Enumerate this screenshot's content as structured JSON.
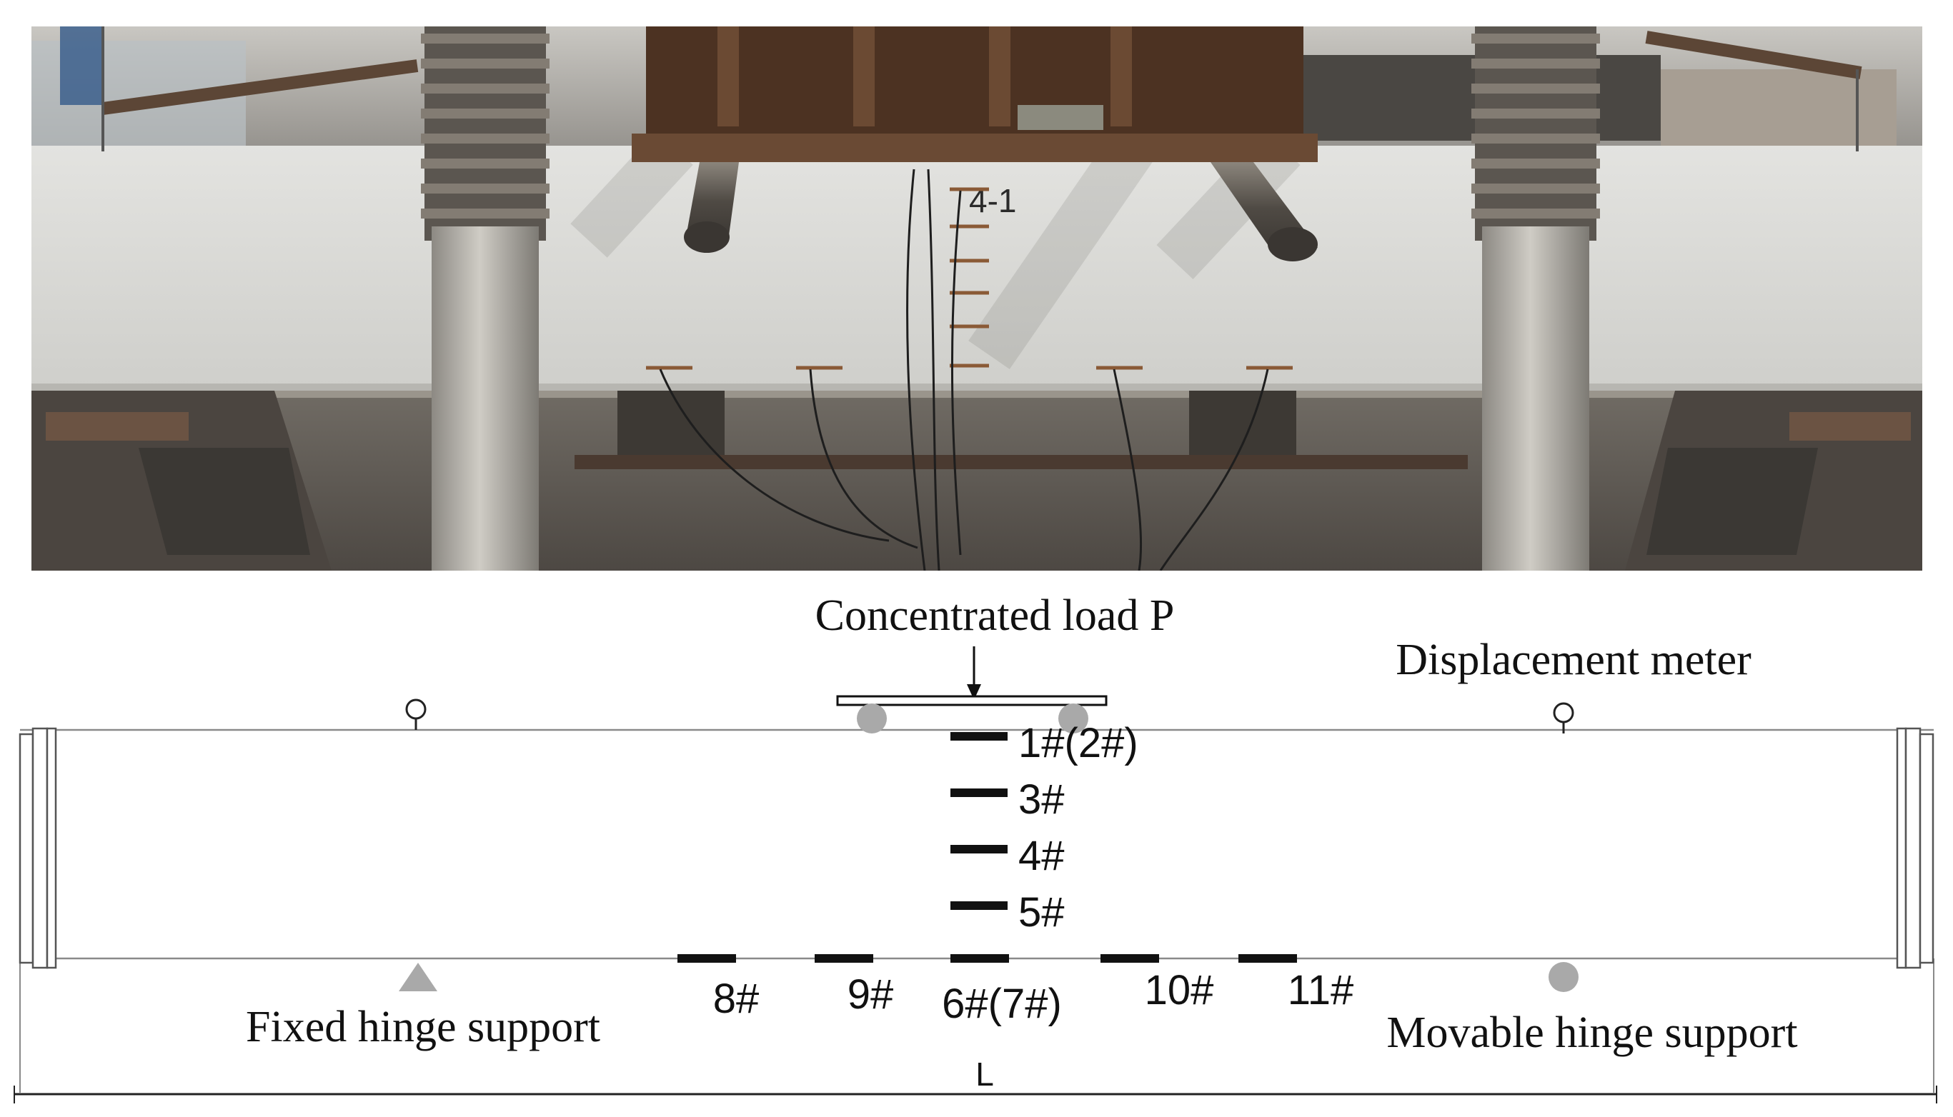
{
  "photo": {
    "beam_marking": "4-1"
  },
  "diagram": {
    "load_label": "Concentrated load P",
    "meter_label": "Displacement meter",
    "fixed_support_label": "Fixed hinge support",
    "movable_support_label": "Movable hinge support",
    "span_label": "L",
    "gauges_vertical": [
      "1#(2#)",
      "3#",
      "4#",
      "5#"
    ],
    "gauges_bottom": [
      "8#",
      "9#",
      "6#(7#)",
      "10#",
      "11#"
    ]
  },
  "colors": {
    "beam_line": "#8a8a8a",
    "gauge": "#111111",
    "support_grey": "#a9a9a9",
    "concrete": "#d9d9d6",
    "steel_rust": "#5b3a26",
    "jack_grey": "#b8b5ae"
  }
}
